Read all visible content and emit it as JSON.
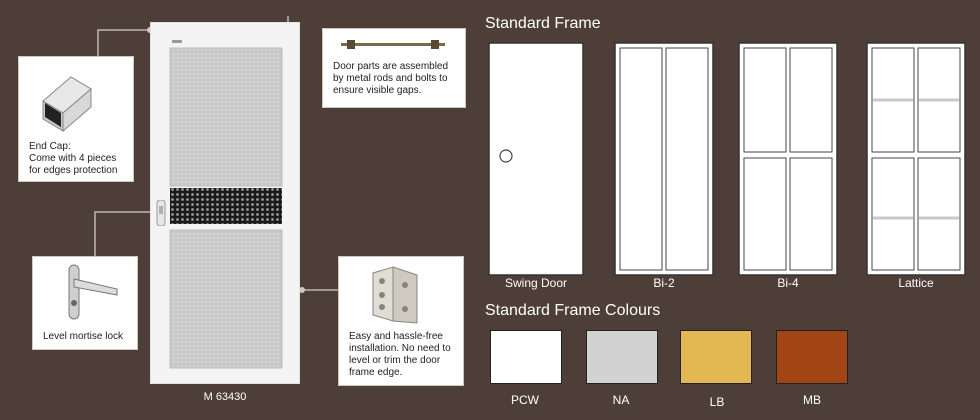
{
  "door": {
    "model": "M 63430"
  },
  "callouts": {
    "end_cap": {
      "line1": "End Cap:",
      "line2": "Come with 4 pieces",
      "line3": "for edges protection"
    },
    "rods": {
      "line1": "Door parts are assembled",
      "line2": "by metal rods and bolts to",
      "line3": "ensure visible gaps."
    },
    "lock": {
      "line1": "Level mortise lock"
    },
    "hinge": {
      "line1": "Easy and hassle-free",
      "line2": "installation. No need to",
      "line3": "level or trim the door",
      "line4": "frame edge."
    }
  },
  "standard_frame": {
    "heading": "Standard Frame",
    "types": [
      {
        "label": "Swing Door"
      },
      {
        "label": "Bi-2"
      },
      {
        "label": "Bi-4"
      },
      {
        "label": "Lattice"
      }
    ]
  },
  "frame_colours": {
    "heading": "Standard Frame Colours",
    "swatches": [
      {
        "label": "PCW",
        "color": "#ffffff"
      },
      {
        "label": "NA",
        "color": "#d2d2d2"
      },
      {
        "label": "LB",
        "color": "#e2b754"
      },
      {
        "label": "MB",
        "color": "#a24515"
      }
    ]
  },
  "colors": {
    "background": "#4d3f37"
  }
}
